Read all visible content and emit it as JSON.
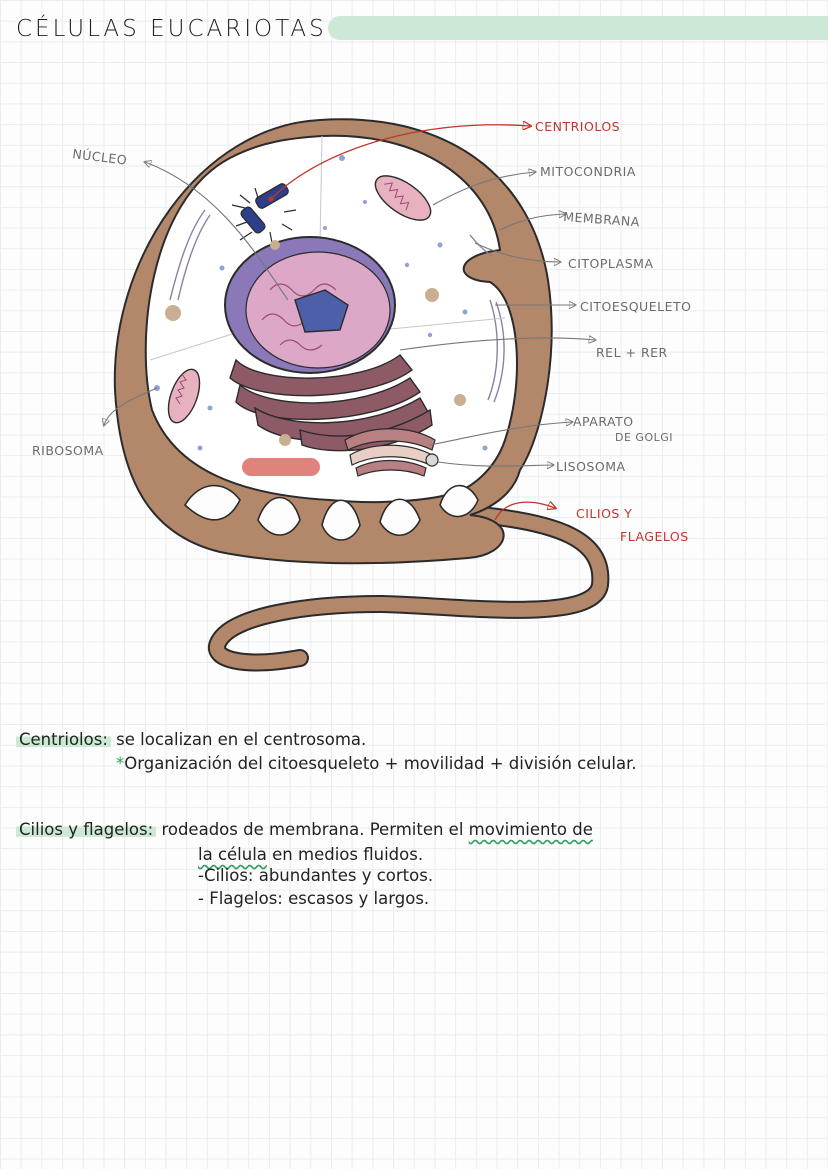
{
  "page": {
    "title": "CÉLULAS EUCARIOTAS ANIMALES"
  },
  "diagram": {
    "labels": {
      "nucleo": "NÚCLEO",
      "ribosoma": "RIBOSOMA",
      "centriolos": "CENTRIOLOS",
      "mitocondria": "MITOCONDRIA",
      "membrana": "MEMBRANA",
      "citoplasma": "CITOPLASMA",
      "citoesqueleto": "CITOESQUELETO",
      "rel_rer": "REL + RER",
      "aparato_l1": "APARATO",
      "aparato_l2": "DE GOLGI",
      "lisosoma": "LISOSOMA",
      "cilios_l1": "CILIOS Y",
      "cilios_l2": "FLAGELOS"
    },
    "colors": {
      "label_gray": "#6b6b6b",
      "label_red": "#c0362c",
      "membrane": "#b3876a",
      "cytoplasm": "#ffffff",
      "nucleus_envelope": "#8a78b8",
      "chromatin": "#dda7c8",
      "nucleolus": "#4d5fa8",
      "er": "#8e5a66",
      "golgi": "#b88082",
      "mitochondria": "#e7b1bf",
      "lysosome_vesicle": "#e1837d",
      "highlight": "#cde9d6",
      "accent_green": "#2e9e60"
    }
  },
  "notes": {
    "centriolos_term": "Centriolos:",
    "centriolos_text": "se localizan en el centrosoma.",
    "centriolos_star": "*",
    "centriolos_detail": "Organización del citoesqueleto + movilidad + división celular.",
    "cilios_term": "Cilios y flagelos:",
    "cilios_text": "rodeados de membrana. Permiten el",
    "cilios_underlined_1": "movimiento de",
    "cilios_underlined_2": "la célula",
    "cilios_text_2": "en medios fluidos.",
    "cilios_item_1": "-Cilios: abundantes y cortos.",
    "cilios_item_2": "- Flagelos: escasos y largos."
  }
}
